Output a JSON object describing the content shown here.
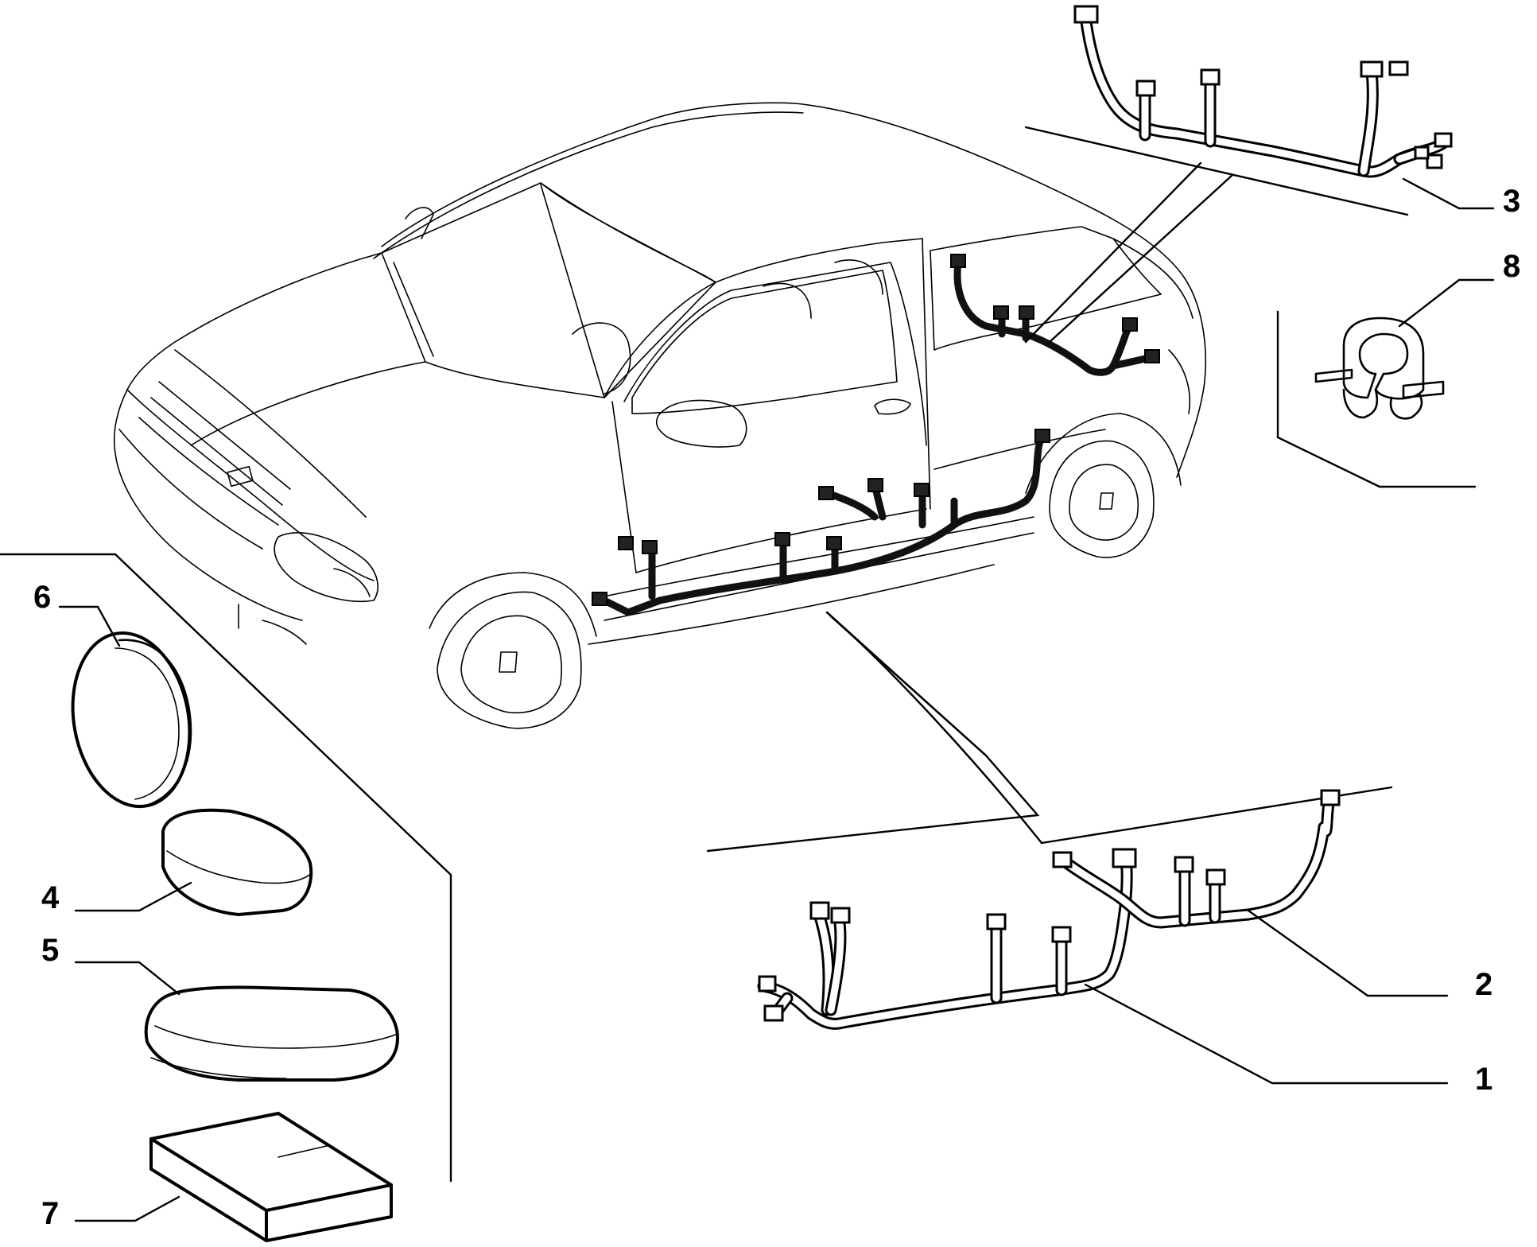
{
  "diagram": {
    "callouts": [
      {
        "id": "1",
        "label": "1"
      },
      {
        "id": "2",
        "label": "2"
      },
      {
        "id": "3",
        "label": "3"
      },
      {
        "id": "4",
        "label": "4"
      },
      {
        "id": "5",
        "label": "5"
      },
      {
        "id": "6",
        "label": "6"
      },
      {
        "id": "7",
        "label": "7"
      },
      {
        "id": "8",
        "label": "8"
      }
    ]
  },
  "colors": {
    "line": "#000000",
    "background": "#ffffff"
  }
}
